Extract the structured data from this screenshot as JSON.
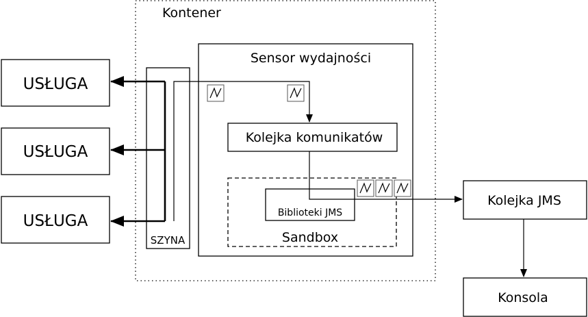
{
  "container": {
    "label": "Kontener"
  },
  "sensor": {
    "label": "Sensor wydajności"
  },
  "services": [
    {
      "label": "USŁUGA"
    },
    {
      "label": "USŁUGA"
    },
    {
      "label": "USŁUGA"
    }
  ],
  "bus": {
    "label": "SZYNA"
  },
  "message_queue": {
    "label": "Kolejka komunikatów"
  },
  "sandbox": {
    "label": "Sandbox"
  },
  "jms_libraries": {
    "label": "Biblioteki JMS"
  },
  "jms_queue": {
    "label": "Kolejka JMS"
  },
  "console": {
    "label": "Konsola"
  }
}
